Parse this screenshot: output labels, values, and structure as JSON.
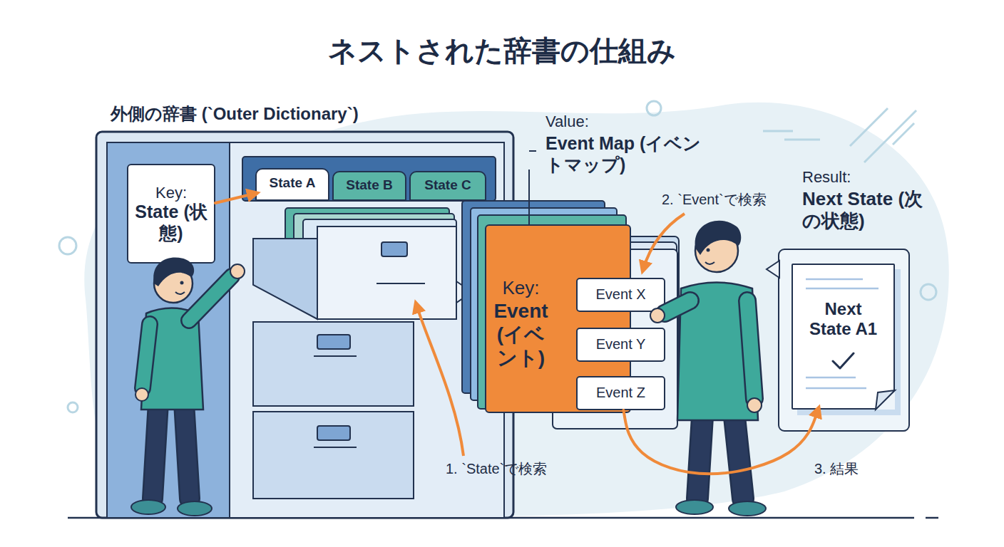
{
  "diagram": {
    "title": "ネストされた辞書の仕組み",
    "nodes": [
      {
        "text": [
          "外側の辞書 (`Outer Dictionary`)"
        ]
      },
      {
        "text": [
          "Key:",
          "State (状態)"
        ],
        "in": 0
      },
      {
        "text": [
          "State A"
        ],
        "in": 0
      },
      {
        "text": [
          "State B"
        ],
        "in": 0
      },
      {
        "text": [
          "State C"
        ],
        "in": 0
      },
      {
        "text": [
          "Key:",
          "Event (イベント)"
        ]
      },
      {
        "text": [
          "Event X"
        ]
      },
      {
        "text": [
          "Event Y"
        ]
      },
      {
        "text": [
          "Event Z"
        ]
      },
      {
        "text": [
          "Next State A1"
        ]
      }
    ],
    "edges": [
      {
        "from": 1,
        "to": 2,
        "arrow": "to"
      },
      {
        "from": 8,
        "to": 9,
        "label": "3. 結果",
        "arrow": "to"
      }
    ],
    "labels": [
      "Value:",
      "Event Map (イベントマップ)",
      "2. `Event`で検索",
      "Result:",
      "Next State (次の状態)",
      "1. `State`で検索"
    ]
  }
}
